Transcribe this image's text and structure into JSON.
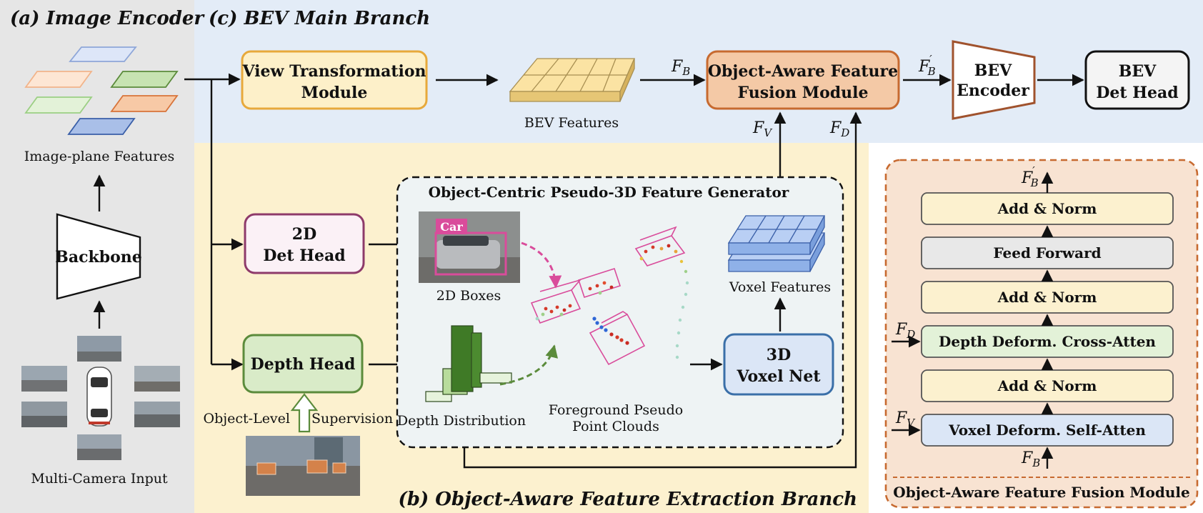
{
  "panels": {
    "image_encoder": "(a) Image Encoder",
    "bev_main": "(c) BEV Main Branch",
    "object_aware": "(b) Object-Aware Feature Extraction Branch",
    "generator": "Object-Centric Pseudo-3D Feature Generator",
    "fusion_caption": "Object-Aware Feature Fusion Module"
  },
  "encoder": {
    "features_label": "Image-plane Features",
    "backbone": "Backbone",
    "camera_label": "Multi-Camera Input"
  },
  "main": {
    "view_transform": [
      "View Transformation",
      "Module"
    ],
    "bev_features": "BEV Features",
    "fusion": [
      "Object-Aware Feature",
      "Fusion Module"
    ],
    "bev_encoder": [
      "BEV",
      "Encoder"
    ],
    "det_head": [
      "BEV",
      "Det Head"
    ],
    "fb": "F_B",
    "fb_prime": "F'_B",
    "fv": "F_V",
    "fd": "F_D"
  },
  "branch": {
    "det2d": [
      "2D",
      "Det Head"
    ],
    "depth_head": "Depth Head",
    "supervision_left": "Object-Level",
    "supervision_right": "Supervision",
    "boxes_label": "2D Boxes",
    "car_tag": "Car",
    "depth_dist": "Depth Distribution",
    "pseudo_points": [
      "Foreground Pseudo",
      "Point Clouds"
    ],
    "voxel_features": "Voxel Features",
    "voxel_net": [
      "3D",
      "Voxel Net"
    ]
  },
  "fusion_stack": {
    "layers": [
      "Add & Norm",
      "Feed Forward",
      "Add & Norm",
      "Depth Deform. Cross-Atten",
      "Add & Norm",
      "Voxel Deform. Self-Atten"
    ],
    "fd": "F_D",
    "fv": "F_V",
    "fb": "F_B",
    "fb_prime": "F'_B"
  },
  "colors": {
    "encoder_bg": "#e6e6e6",
    "main_bg": "#e3ecf7",
    "branch_bg": "#fcf1cf",
    "fusion_bg": "#f8e3d2",
    "orange_border": "#e7a93b",
    "fusion_border": "#c76a30",
    "det2d_border": "#8e3a6a",
    "green_border": "#5b8b3b",
    "blue_border": "#3a6fa8",
    "pink": "#d94c9b"
  }
}
